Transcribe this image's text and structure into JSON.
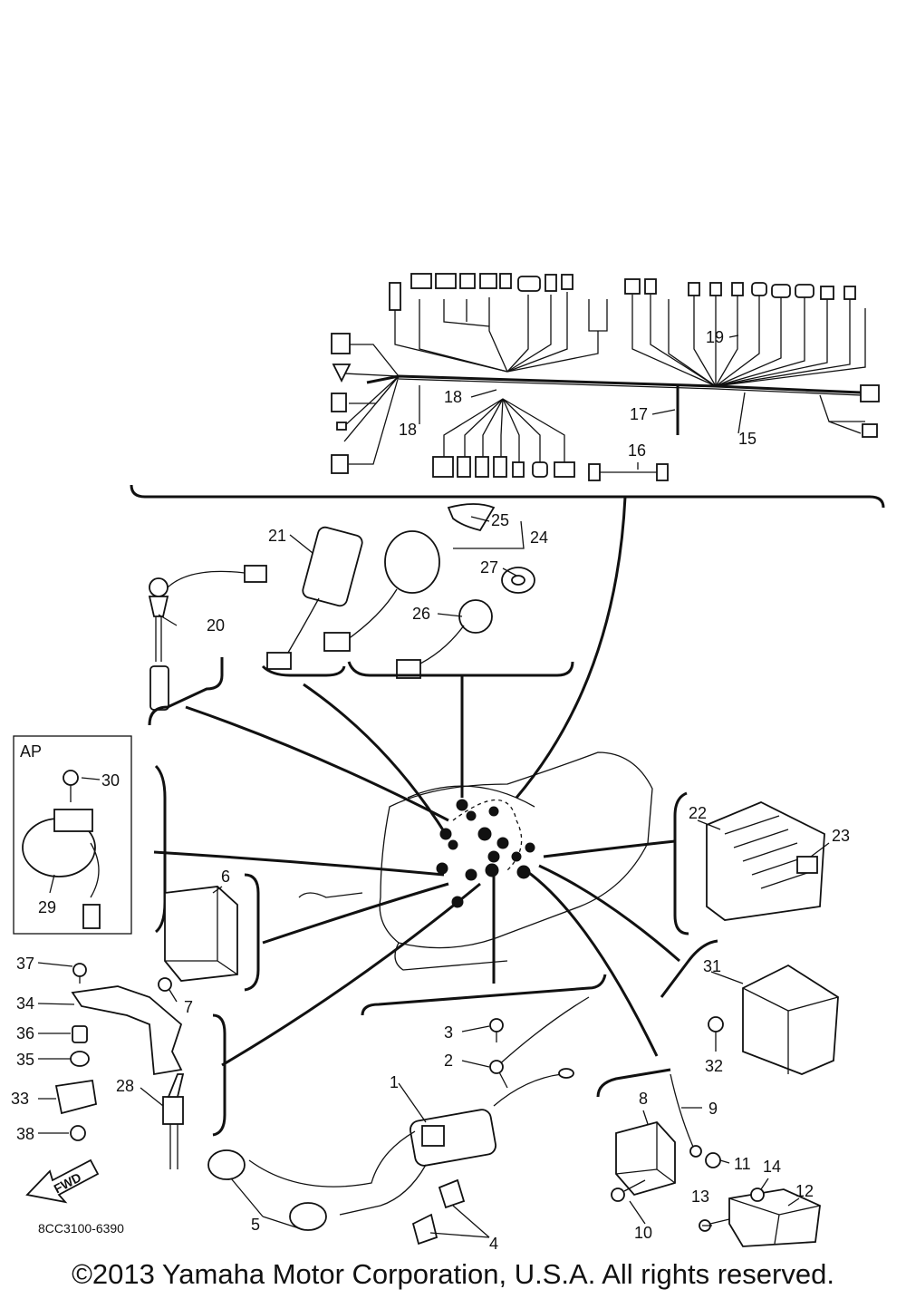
{
  "drawing_code": "8CC3100-6390",
  "inset_label": "AP",
  "fwd_label": "FWD",
  "copyright": "©2013 Yamaha Motor Corporation, U.S.A. All rights reserved.",
  "callouts": [
    "1",
    "2",
    "3",
    "4",
    "5",
    "6",
    "7",
    "8",
    "9",
    "10",
    "11",
    "12",
    "13",
    "14",
    "15",
    "16",
    "17",
    "18",
    "18",
    "19",
    "20",
    "21",
    "22",
    "23",
    "24",
    "25",
    "26",
    "27",
    "28",
    "29",
    "30",
    "31",
    "32",
    "33",
    "34",
    "35",
    "36",
    "37",
    "38"
  ]
}
